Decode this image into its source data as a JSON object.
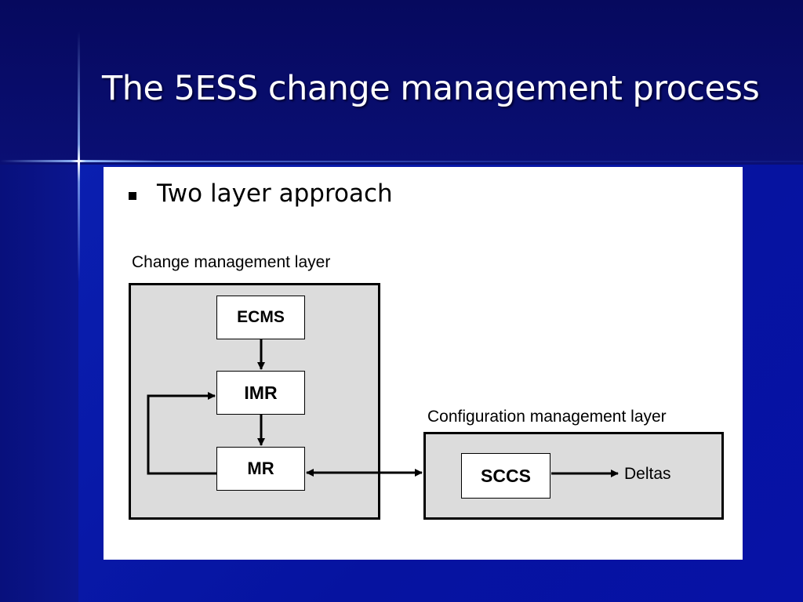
{
  "slide": {
    "title": "The 5ESS change management process",
    "bullet": "Two layer approach"
  },
  "diagram": {
    "change_layer": {
      "label": "Change management layer",
      "nodes": [
        "ECMS",
        "IMR",
        "MR"
      ]
    },
    "config_layer": {
      "label": "Configuration management layer",
      "nodes": [
        "SCCS"
      ]
    },
    "output_label": "Deltas",
    "edges": [
      {
        "from": "ECMS",
        "to": "IMR",
        "type": "directed"
      },
      {
        "from": "IMR",
        "to": "MR",
        "type": "directed"
      },
      {
        "from": "MR",
        "to": "IMR",
        "type": "directed",
        "route": "loop-left"
      },
      {
        "from": "MR",
        "to": "Configuration management layer",
        "type": "bidirectional"
      },
      {
        "from": "SCCS",
        "to": "Deltas",
        "type": "directed"
      }
    ]
  },
  "colors": {
    "background": "#0a0f7a",
    "title_text": "#ffffff",
    "panel": "#ffffff",
    "layer_fill": "#dcdcdc"
  }
}
